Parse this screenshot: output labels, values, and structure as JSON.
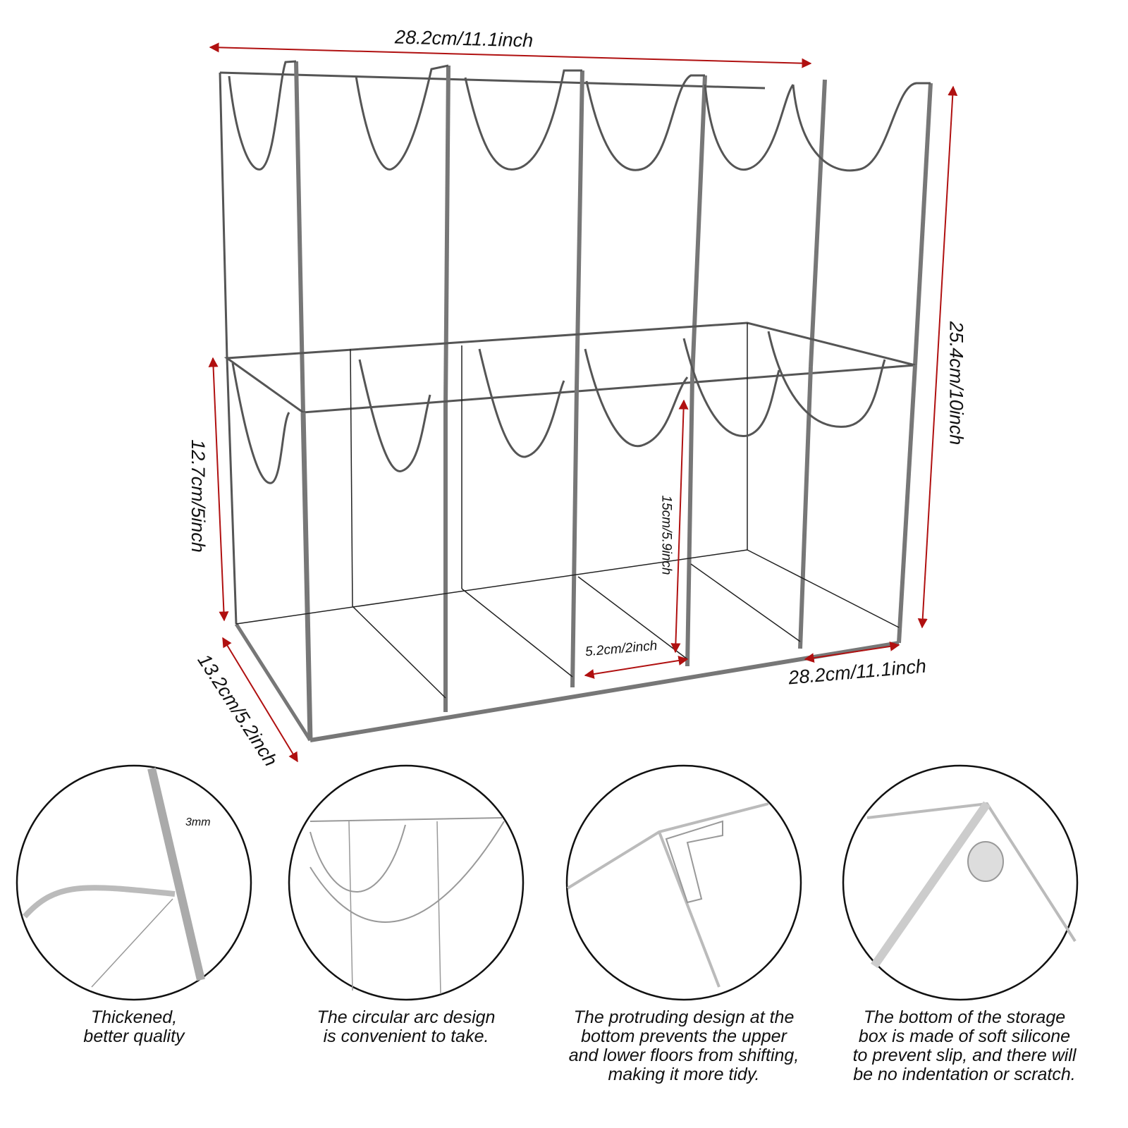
{
  "dimensions": {
    "top_width": "28.2cm/11.1inch",
    "total_height": "25.4cm/10inch",
    "lower_height": "12.7cm/5inch",
    "compartment_height": "15cm/5.9inch",
    "compartment_width": "5.2cm/2inch",
    "bottom_width": "28.2cm/11.1inch",
    "depth": "13.2cm/5.2inch",
    "thickness": "3mm"
  },
  "colors": {
    "arrow": "#b01010",
    "frame": "#555555"
  },
  "details": [
    {
      "caption_lines": [
        "Thickened,",
        "better quality"
      ]
    },
    {
      "caption_lines": [
        "The circular arc design",
        "is convenient to take."
      ]
    },
    {
      "caption_lines": [
        "The protruding design at the",
        "bottom prevents the upper",
        "and lower floors from shifting,",
        "making it more tidy."
      ]
    },
    {
      "caption_lines": [
        "The bottom of the storage",
        "box is made of soft silicone",
        "to prevent slip, and there will",
        "be no indentation or scratch."
      ]
    }
  ]
}
